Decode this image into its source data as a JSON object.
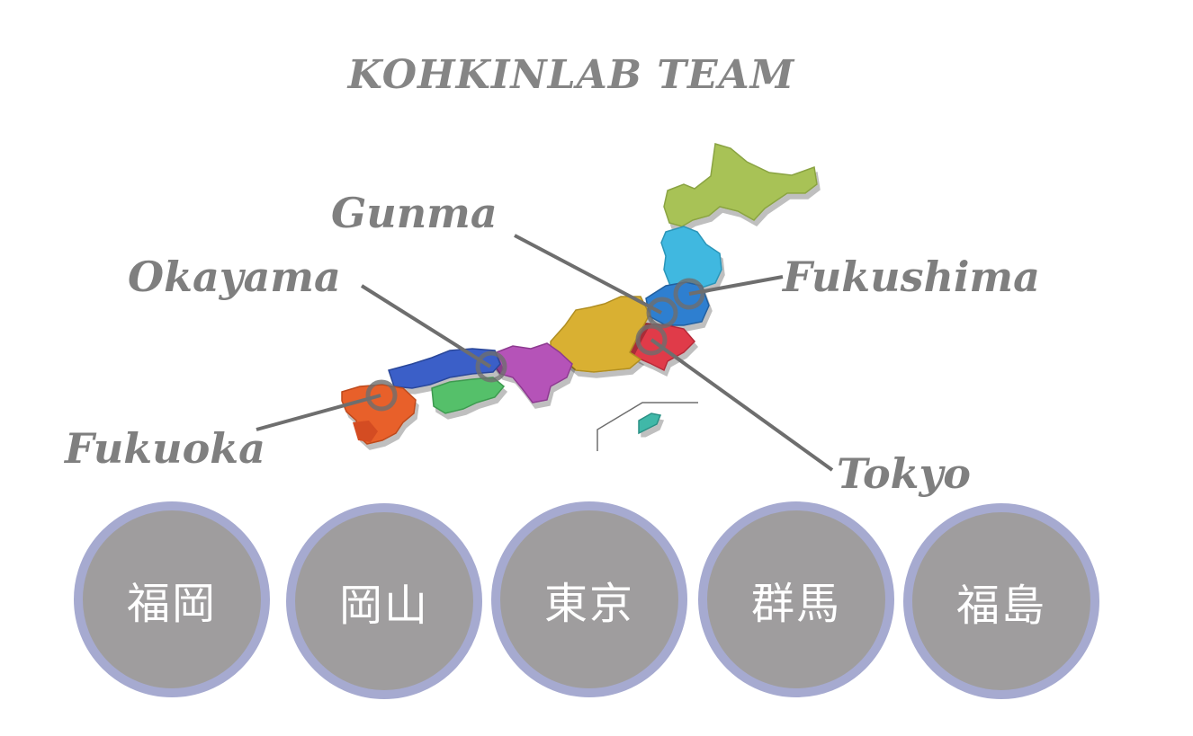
{
  "title": "KOHKINLAB TEAM",
  "locations": [
    {
      "id": "fukuoka",
      "label": "Fukuoka",
      "kanji": "福岡"
    },
    {
      "id": "okayama",
      "label": "Okayama",
      "kanji": "岡山"
    },
    {
      "id": "tokyo",
      "label": "Tokyo",
      "kanji": "東京"
    },
    {
      "id": "gunma",
      "label": "Gunma",
      "kanji": "群馬"
    },
    {
      "id": "fukushima",
      "label": "Fukushima",
      "kanji": "福島"
    }
  ],
  "colors": {
    "text_gray": "#7f7f7f",
    "circle_fill": "#9f9d9e",
    "circle_ring": "#a6aad0",
    "hokkaido": "#a8c256",
    "tohoku": "#3fb8e0",
    "kanto": "#2f7fd0",
    "tokyo": "#e03a4a",
    "chubu": "#d9b033",
    "kinki": "#b552b8",
    "chugoku": "#3a5fc8",
    "shikoku": "#55c06a",
    "kyushu": "#e8612a",
    "okinawa": "#3fb8a8"
  }
}
